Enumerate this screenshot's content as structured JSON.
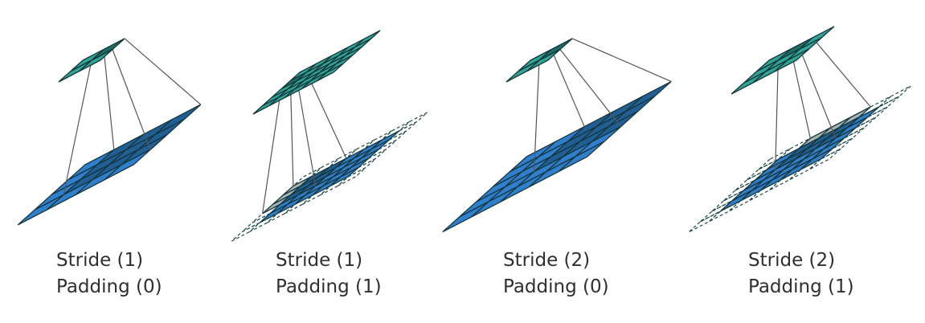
{
  "colors": {
    "input": "#2f7fcf",
    "input_window": "#1f5f95",
    "output": "#2ea594",
    "output_selected": "#1c6e62",
    "padding_window": "#a6b3b3",
    "grid_line": "#17363b",
    "projection_line": "#555555",
    "padding_dash": "#1e4a4a"
  },
  "panels": [
    {
      "stride_label": "Stride (1)",
      "padding_label": "Padding (0)",
      "stride": 1,
      "padding": 0,
      "input_size": 4,
      "kernel_size": 3,
      "output_size": 2,
      "selected_output_cell": [
        1,
        0
      ]
    },
    {
      "stride_label": "Stride (1)",
      "padding_label": "Padding (1)",
      "stride": 1,
      "padding": 1,
      "input_size": 5,
      "kernel_size": 3,
      "output_size": 5,
      "selected_output_cell": [
        0,
        1
      ]
    },
    {
      "stride_label": "Stride (2)",
      "padding_label": "Padding (0)",
      "stride": 2,
      "padding": 0,
      "input_size": 5,
      "kernel_size": 3,
      "output_size": 2,
      "selected_output_cell": [
        1,
        0
      ]
    },
    {
      "stride_label": "Stride (2)",
      "padding_label": "Padding (1)",
      "stride": 2,
      "padding": 1,
      "input_size": 5,
      "kernel_size": 3,
      "output_size": 3,
      "selected_output_cell": [
        1,
        0
      ]
    }
  ]
}
